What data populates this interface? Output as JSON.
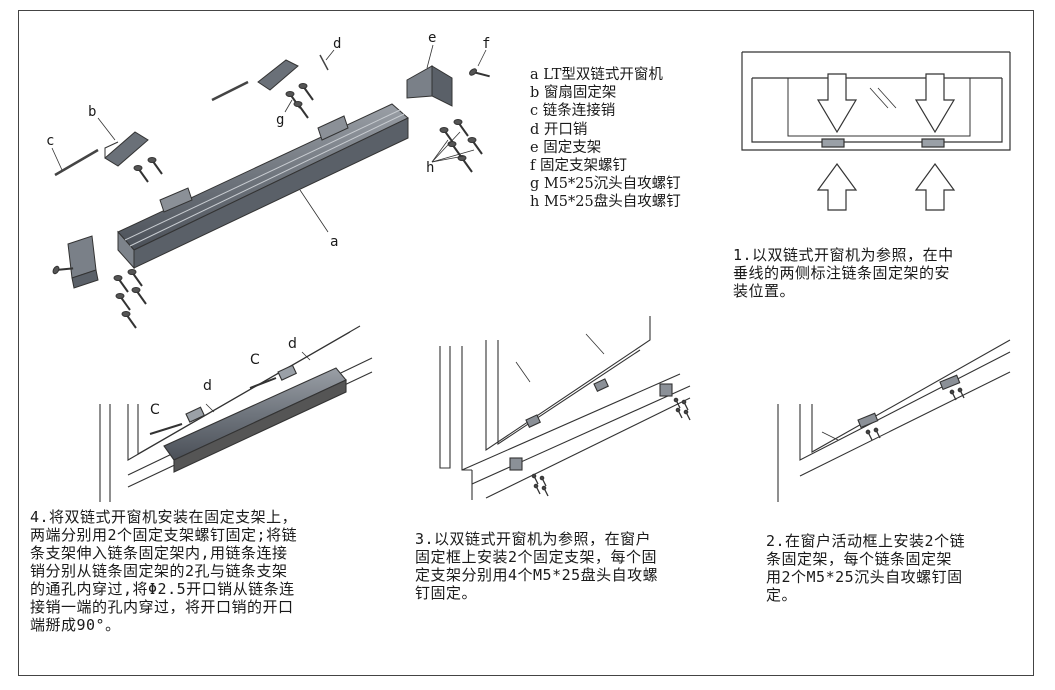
{
  "exploded": {
    "labels": {
      "a": "a",
      "b": "b",
      "c": "c",
      "d": "d",
      "e": "e",
      "f": "f",
      "g": "g",
      "h": "h"
    }
  },
  "legend": [
    "a LT型双链式开窗机",
    "b 窗扇固定架",
    "c 链条连接销",
    "d 开口销",
    "e 固定支架",
    "f 固定支架螺钉",
    "g M5*25沉头自攻螺钉",
    "h M5*25盘头自攻螺钉"
  ],
  "step4_diagram": {
    "c1": "C",
    "d1": "d",
    "c2": "C",
    "d2": "d"
  },
  "steps": {
    "step1": [
      "1.以双链式开窗机为参照，在中",
      "垂线的两侧标注链条固定架的安",
      "装位置。"
    ],
    "step2": [
      "2.在窗户活动框上安装2个链",
      "条固定架，每个链条固定架",
      "用2个M5*25沉头自攻螺钉固",
      "定。"
    ],
    "step3": [
      "3.以双链式开窗机为参照，在窗户",
      "固定框上安装2个固定支架，每个固",
      "定支架分别用4个M5*25盘头自攻螺",
      "钉固定。"
    ],
    "step4": [
      "4.将双链式开窗机安装在固定支架上，",
      "两端分别用2个固定支架螺钉固定;将链",
      "条支架伸入链条固定架内,用链条连接",
      "销分别从链条固定架的2孔与链条支架",
      "的通孔内穿过,将Φ2.5开口销从链条连",
      "接销一端的孔内穿过，将开口销的开口",
      "端掰成90°。",
      ""
    ]
  }
}
